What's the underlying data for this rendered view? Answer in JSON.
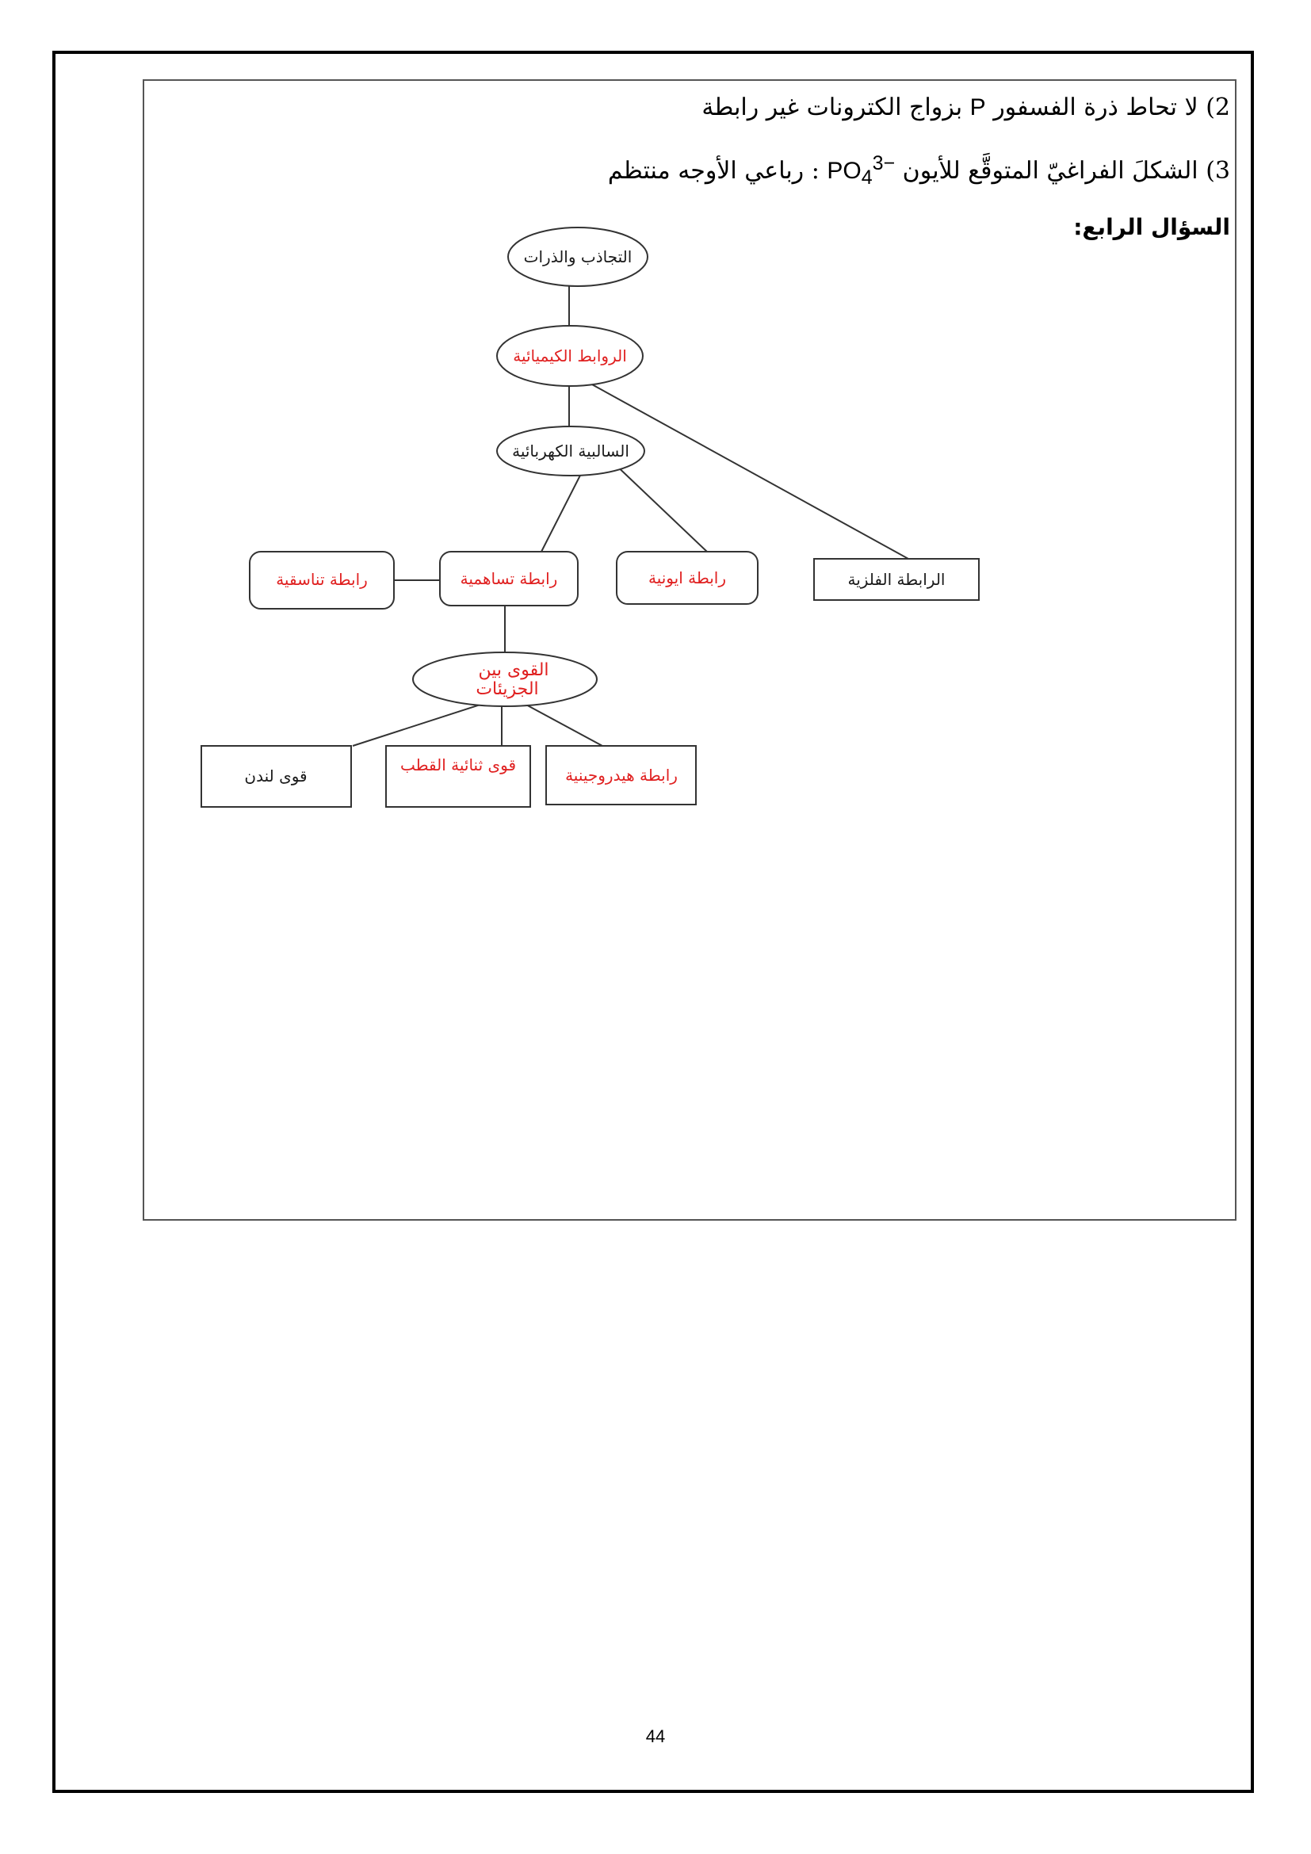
{
  "lines": [
    {
      "num": "2)",
      "part1": " لا تحاط ذرة الفسفور ",
      "latin": "P",
      "part2": " بزواج الكترونات غير رابطة"
    },
    {
      "num": "3)",
      "part1": " الشكلَ الفراغيّ المتوقَّع للأيون ",
      "ion_base": "PO",
      "ion_sub": "4",
      "ion_sup": "3−",
      "part2": " : رباعي الأوجه منتظم"
    }
  ],
  "question_heading": "السؤال الرابع:",
  "diagram": {
    "nodes": {
      "attraction": "التجاذب والذرات",
      "chemical_bonds": "الروابط الكيميائية",
      "electronegativity": "السالبية الكهربائية",
      "metallic_bond": "الرابطة الفلزية",
      "ionic_bond": "رابطة ايونية",
      "covalent_bond": "رابطة تساهمية",
      "coordinate_bond": "رابطة تناسقية",
      "intermolecular_line1": "القوى بين",
      "intermolecular_line2": "الجزيئات",
      "hydrogen_bond": "رابطة هيدروجينية",
      "dipole_forces": "قوى ثنائية القطب",
      "london_forces": "قوى لندن"
    },
    "colors": {
      "black_text": "#1a1a1a",
      "red_text": "#e02020",
      "stroke": "#333333"
    }
  },
  "page_number": "44"
}
